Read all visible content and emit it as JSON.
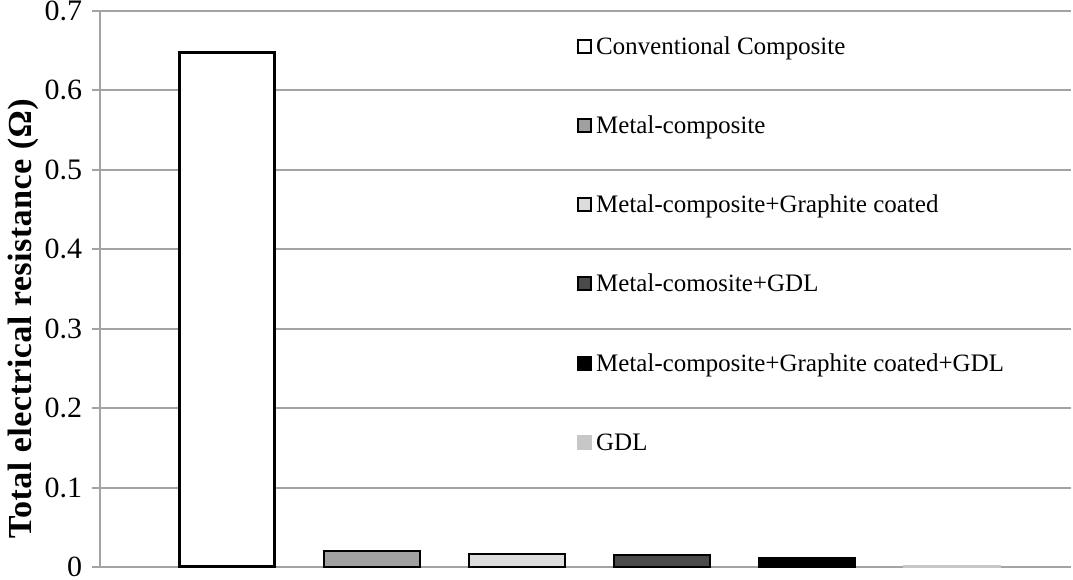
{
  "chart_data": {
    "type": "bar",
    "title": "",
    "xlabel": "",
    "ylabel": "Total electrical resistance (Ω)",
    "ylim": [
      0,
      0.7
    ],
    "yticks": [
      0,
      0.1,
      0.2,
      0.3,
      0.4,
      0.5,
      0.6,
      0.7
    ],
    "ytick_labels": [
      "0",
      "0.1",
      "0.2",
      "0.3",
      "0.4",
      "0.5",
      "0.6",
      "0.7"
    ],
    "grid": true,
    "legend_position": "inside-top-right",
    "background_color": "#ffffff",
    "axis_color": "#a3a3a3",
    "gridline_color": "#a3a3a3",
    "series": [
      {
        "name": "Conventional Composite",
        "value": 0.65,
        "fill": "#ffffff",
        "border": "#000000",
        "border_width": 3
      },
      {
        "name": "Metal-composite",
        "value": 0.021,
        "fill": "#a0a0a0",
        "border": "#000000",
        "border_width": 2
      },
      {
        "name": "Metal-composite+Graphite coated",
        "value": 0.018,
        "fill": "#dcdcdc",
        "border": "#000000",
        "border_width": 2
      },
      {
        "name": "Metal-comosite+GDL",
        "value": 0.016,
        "fill": "#4a4a4a",
        "border": "#000000",
        "border_width": 2
      },
      {
        "name": "Metal-composite+Graphite coated+GDL",
        "value": 0.013,
        "fill": "#000000",
        "border": "#000000",
        "border_width": 2
      },
      {
        "name": "GDL",
        "value": 0.002,
        "fill": "#c7c7c7",
        "border": "none",
        "border_width": 0
      }
    ]
  }
}
